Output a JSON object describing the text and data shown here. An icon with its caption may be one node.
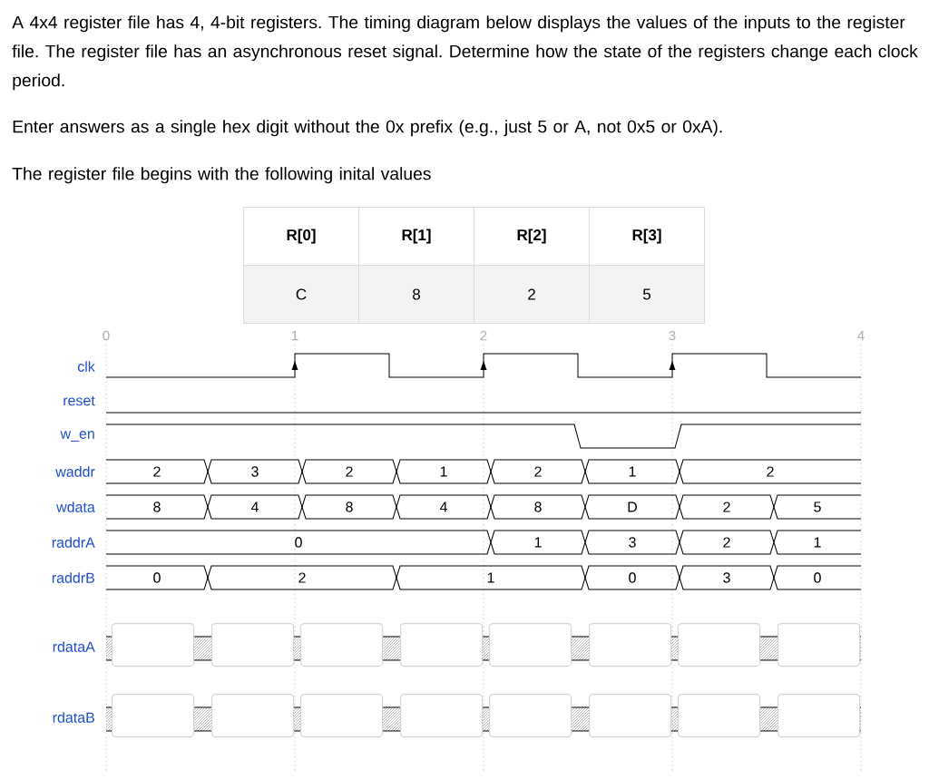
{
  "diagram": {
    "nodes": [
      {
        "text": [],
        "shape": "box"
      },
      {
        "text": [],
        "shape": "box"
      },
      {
        "text": [],
        "shape": "box"
      },
      {
        "text": [],
        "shape": "box"
      },
      {
        "text": [],
        "shape": "box"
      },
      {
        "text": [],
        "shape": "box"
      },
      {
        "text": [],
        "shape": "box"
      },
      {
        "text": [],
        "shape": "box"
      },
      {
        "text": [],
        "shape": "box"
      },
      {
        "text": [],
        "shape": "box"
      },
      {
        "text": [],
        "shape": "box"
      },
      {
        "text": [],
        "shape": "box"
      },
      {
        "text": [],
        "shape": "box"
      },
      {
        "text": [],
        "shape": "box"
      },
      {
        "text": [],
        "shape": "box"
      },
      {
        "text": [],
        "shape": "box"
      }
    ],
    "labels": [
      "A 4x4 register file has 4, 4-bit registers. The timing diagram below displays the values of the inputs to the register file. The register file has an asynchronous reset signal. Determine how the state of the registers change each clock period.",
      "Enter answers as a single hex digit without the 0x prefix (e.g., just 5 or A, not 0x5 or 0xA).",
      "The register file begins with the following inital values",
      "R[0]",
      "R[1]",
      "R[2]",
      "R[3]",
      "C",
      "8",
      "2",
      "5",
      "0",
      "1",
      "2",
      "3",
      "4",
      "clk",
      "reset",
      "w_en",
      "waddr",
      "2",
      "3",
      "2",
      "1",
      "2",
      "1",
      "2",
      "wdata",
      "8",
      "4",
      "8",
      "4",
      "8",
      "D",
      "2",
      "5",
      "raddrA",
      "0",
      "1",
      "3",
      "2",
      "1",
      "raddrB",
      "0",
      "2",
      "1",
      "0",
      "3",
      "0",
      "rdataA",
      "rdataB"
    ]
  }
}
